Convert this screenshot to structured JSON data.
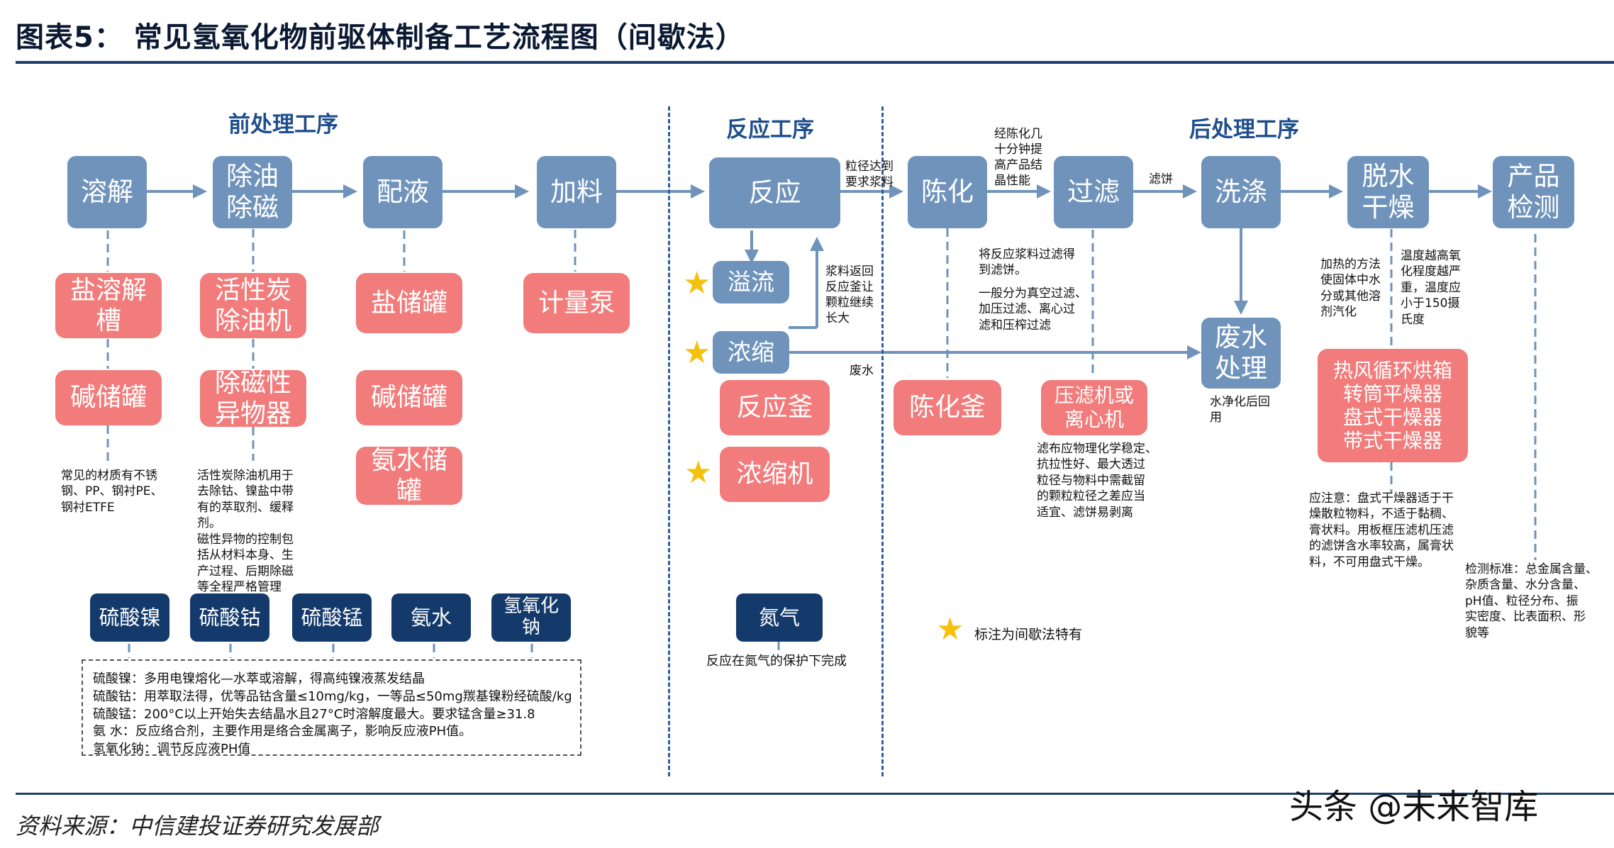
{
  "title": "图表5：  常见氢氧化物前驱体制备工艺流程图（间歇法）",
  "sections": {
    "pre": "前处理工序",
    "reaction": "反应工序",
    "post": "后处理工序"
  },
  "process": {
    "dissolve": "溶解",
    "degrease_line1": "除油",
    "degrease_line2": "除磁",
    "mix": "配液",
    "feed": "加料",
    "react": "反应",
    "overflow": "溢流",
    "concentrate": "浓缩",
    "age": "陈化",
    "filter": "过滤",
    "wash": "洗涤",
    "dry_line1": "脱水",
    "dry_line2": "干燥",
    "test_line1": "产品",
    "test_line2": "检测",
    "wastewater_line1": "废水",
    "wastewater_line2": "处理"
  },
  "equipment": {
    "salt_tank_line1": "盐溶解",
    "salt_tank_line2": "槽",
    "alkali_tank_1": "碱储罐",
    "carbon_line1": "活性炭",
    "carbon_line2": "除油机",
    "magnetic_line1": "除磁性",
    "magnetic_line2": "异物器",
    "salt_storage": "盐储罐",
    "alkali_tank_2": "碱储罐",
    "ammonia_line1": "氨水储",
    "ammonia_line2": "罐",
    "meter_pump": "计量泵",
    "reactor": "反应釜",
    "concentrator": "浓缩机",
    "aging_tank": "陈化釜",
    "press_line1": "压滤机或",
    "press_line2": "离心机",
    "dryers": [
      "热风循环烘箱",
      "转筒平燥器",
      "盘式干燥器",
      "带式干燥器"
    ]
  },
  "materials": {
    "nickel": "硫酸镍",
    "cobalt": "硫酸钴",
    "manganese": "硫酸锰",
    "ammonia": "氨水",
    "naoh_line1": "氢氧化",
    "naoh_line2": "钠",
    "nitrogen": "氮气"
  },
  "labels": {
    "particle_size": [
      "粒径达到",
      "要求浆料"
    ],
    "aging_note": [
      "经陈化几",
      "十分钟提",
      "高产品结",
      "晶性能"
    ],
    "filter_cake": "滤饼",
    "slurry_return": [
      "浆料返回",
      "反应釜让",
      "颗粒继续",
      "长大"
    ],
    "waste_water": "废水",
    "water_reuse": [
      "水净化后回",
      "用"
    ],
    "nitrogen_note": "反应在氮气的保护下完成",
    "star_legend": "标注为间歇法特有"
  },
  "notes": {
    "tank_material": [
      "常见的材质有不锈",
      "钢、PP、钢衬PE、",
      "钢衬ETFE"
    ],
    "carbon": [
      "活性炭除油机用于",
      "去除钴、镍盐中带",
      "有的萃取剂、缓释",
      "剂。",
      "磁性异物的控制包",
      "括从材料本身、生",
      "产过程、后期除磁",
      "等全程严格管理"
    ],
    "filter_method": [
      "将反应浆料过滤得",
      "到滤饼。",
      "",
      "一般分为真空过滤、",
      "加压过滤、离心过",
      "滤和压榨过滤"
    ],
    "filter_cloth": [
      "滤布应物理化学稳定、",
      "抗拉性好、最大透过",
      "粒径与物料中需截留",
      "的颗粒粒径之差应当",
      "适宜、滤饼易剥离"
    ],
    "heating": [
      "加热的方法",
      "使固体中水",
      "分或其他溶",
      "剂汽化"
    ],
    "temperature": [
      "温度越高氧",
      "化程度越严",
      "重，温度应",
      "小于150摄",
      "氏度"
    ],
    "caution": [
      "应注意：盘式干燥器适于干",
      "燥散粒物料，不适于黏稠、",
      "膏状料。用板框压滤机压滤",
      "的滤饼含水率较高，属膏状",
      "料，不可用盘式干燥。"
    ],
    "test_standard": [
      "检测标准：总金属含量、",
      "杂质含量、水分含量、",
      "pH值、粒径分布、振",
      "实密度、比表面积、形",
      "貌等"
    ]
  },
  "legend": [
    "硫酸镍：多用电镍熔化—水萃或溶解，得高纯镍液蒸发结晶",
    "硫酸钴：用萃取法得，优等品钴含量≤10mg/kg，一等品≤50mg羰基镍粉经硫酸/kg",
    "硫酸锰：200°C以上开始失去结晶水且27°C时溶解度最大。要求锰含量≥31.8",
    "氨   水：反应络合剂，主要作用是络合金属离子，影响反应液PH值。",
    "氢氧化钠：调节反应液PH值"
  ],
  "source": "资料来源：中信建投证券研究发展部",
  "watermark": "头条 @未来智库",
  "colors": {
    "process": "#6f93bb",
    "equipment": "#f27b7b",
    "material": "#143a6c",
    "section_title": "#1f4e8c",
    "star": "#f4c20d",
    "arrow": "#6f93bb"
  }
}
